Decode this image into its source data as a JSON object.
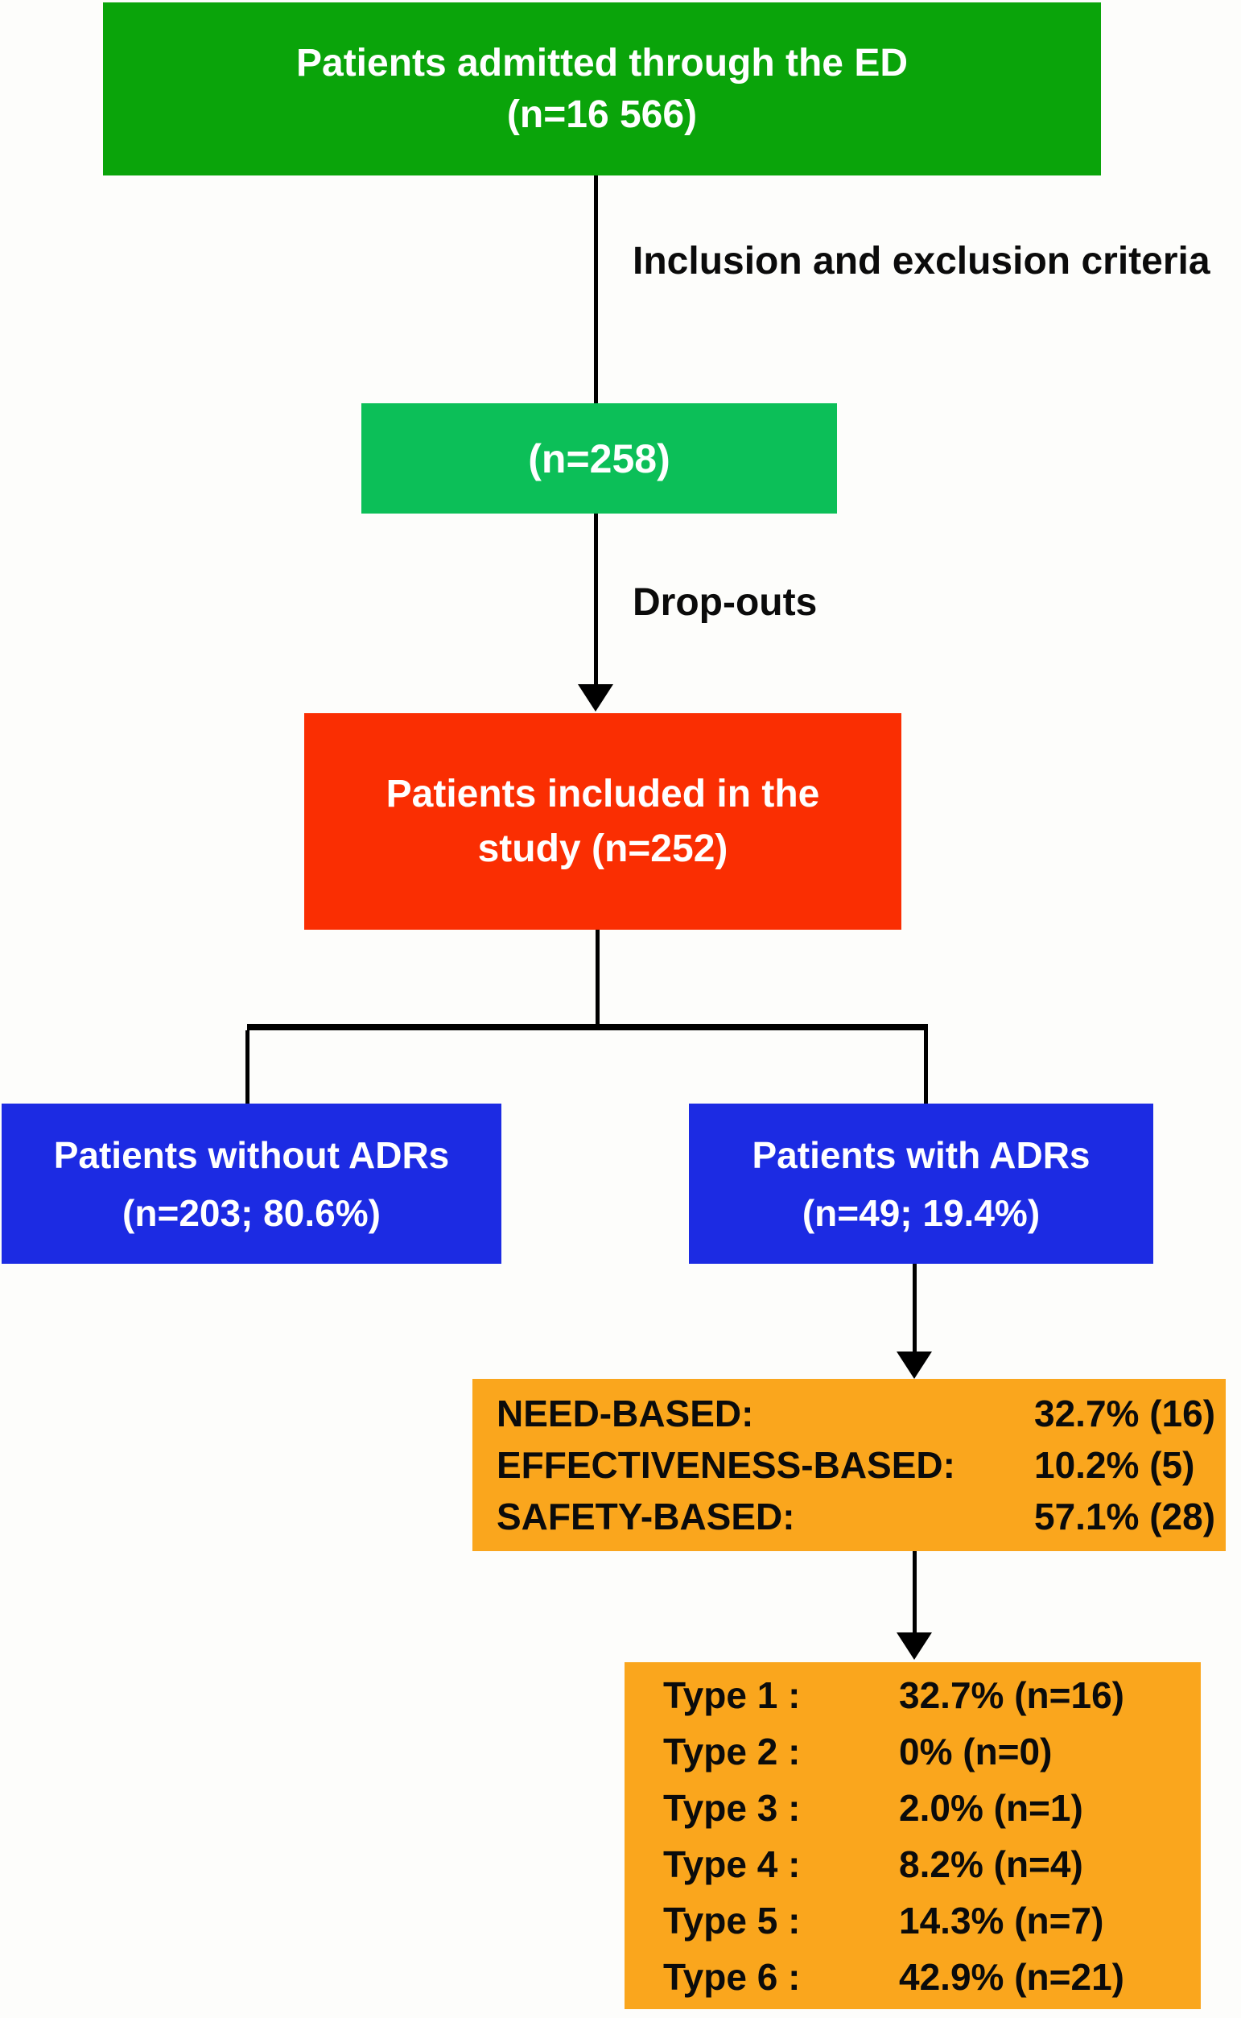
{
  "colors": {
    "green_dark": "#0aa40a",
    "green_light": "#0cbf58",
    "red": "#fa2e02",
    "blue": "#1c2be3",
    "orange": "#faa61d",
    "line_black": "#000000",
    "background": "#fdfdfb",
    "box_text_light": "#ffffff",
    "box_text_dark": "#0b0b0b"
  },
  "flowchart": {
    "admitted_box": {
      "line1": "Patients admitted through the ED",
      "line2": "(n=16 566)"
    },
    "inclusion_note": {
      "line1": "Inclusion and exclusion",
      "line2": "criteria"
    },
    "excluded_box": {
      "label": "(n=258)"
    },
    "dropouts_note": "Drop-outs",
    "included_box": {
      "line1": "Patients included in the",
      "line2": "study (n=252)"
    },
    "without_adrs_box": {
      "line1": "Patients without ADRs",
      "line2": "(n=203; 80.6%)"
    },
    "with_adrs_box": {
      "line1": "Patients with ADRs",
      "line2": "(n=49; 19.4%)"
    },
    "adr_basis_box": {
      "rows": [
        {
          "label": "NEED-BASED:",
          "value": "32.7% (16)"
        },
        {
          "label": "EFFECTIVENESS-BASED:",
          "value": "10.2% (5)"
        },
        {
          "label": "SAFETY-BASED:",
          "value": "57.1% (28)"
        }
      ]
    },
    "adr_types_box": {
      "rows": [
        {
          "label": "Type 1 :",
          "value": "32.7% (n=16)"
        },
        {
          "label": "Type 2 :",
          "value": "0% (n=0)"
        },
        {
          "label": "Type 3 :",
          "value": "2.0% (n=1)"
        },
        {
          "label": "Type 4 :",
          "value": "8.2% (n=4)"
        },
        {
          "label": "Type 5 :",
          "value": "14.3% (n=7)"
        },
        {
          "label": "Type 6 :",
          "value": "42.9% (n=21)"
        }
      ]
    }
  }
}
